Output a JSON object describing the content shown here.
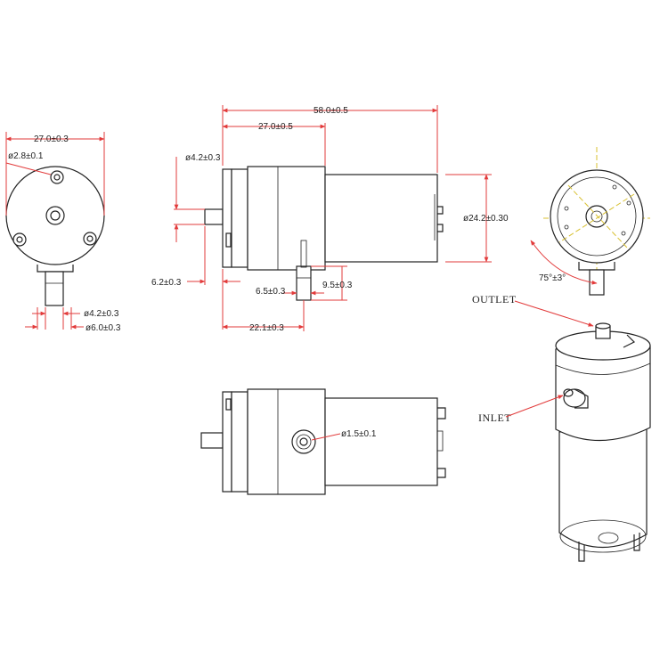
{
  "dimensions": {
    "front_width": "27.0±0.3",
    "front_hole_dia": "ø2.8±0.1",
    "front_outlet_dia": "ø4.2±0.3",
    "front_outlet_outer": "ø6.0±0.3",
    "total_length": "58.0±0.5",
    "pump_length": "27.0±0.5",
    "nozzle_dia": "ø4.2±0.3",
    "motor_dia": "ø24.2±0.30",
    "nozzle_length": "6.2±0.3",
    "inlet_width": "6.5±0.3",
    "inlet_height": "9.5±0.3",
    "inlet_offset": "22.1±0.3",
    "inlet_port_dia": "ø1.5±0.1",
    "angle": "75°±3°"
  },
  "labels": {
    "outlet": "OUTLET",
    "inlet": "INLET"
  },
  "colors": {
    "dimension_lines": "#e23b3b",
    "outline": "#222222",
    "center_lines": "#d8c030"
  }
}
